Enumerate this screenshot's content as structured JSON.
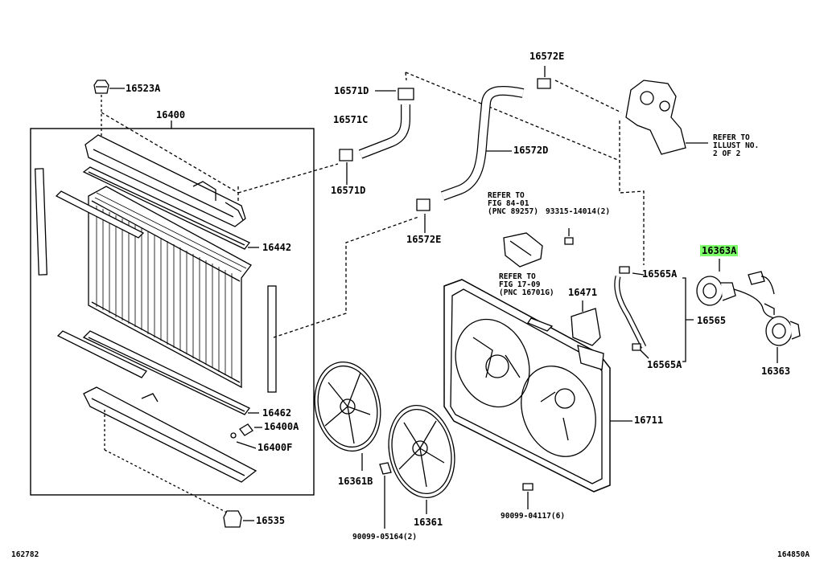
{
  "parts": {
    "p16523A": "16523A",
    "p16400": "16400",
    "p16571D_top": "16571D",
    "p16571C": "16571C",
    "p16571D_bottom": "16571D",
    "p16572E_top": "16572E",
    "p16572D": "16572D",
    "p16572E_bottom": "16572E",
    "p16442": "16442",
    "p16462": "16462",
    "p16400A": "16400A",
    "p16400F": "16400F",
    "p16535": "16535",
    "p16361B": "16361B",
    "p16361": "16361",
    "p90099_05164": "90099-05164(2)",
    "p90099_04117": "90099-04117(6)",
    "p16711": "16711",
    "p16471": "16471",
    "p16565A_top": "16565A",
    "p16565": "16565",
    "p16565A_bottom": "16565A",
    "p16363A": "16363A",
    "p16363": "16363",
    "p93315": "93315-14014(2)"
  },
  "notes": {
    "refer_illust": "REFER TO\nILLUST NO.\n2 OF 2",
    "refer_fig84": "REFER TO\nFIG 84-01\n(PNC 89257)",
    "refer_fig17": "REFER TO\nFIG 17-09\n(PNC 16701G)"
  },
  "footer": {
    "left_code": "162782",
    "right_code": "164850A"
  },
  "colors": {
    "line": "#000000",
    "highlight": "#7dff6a"
  }
}
